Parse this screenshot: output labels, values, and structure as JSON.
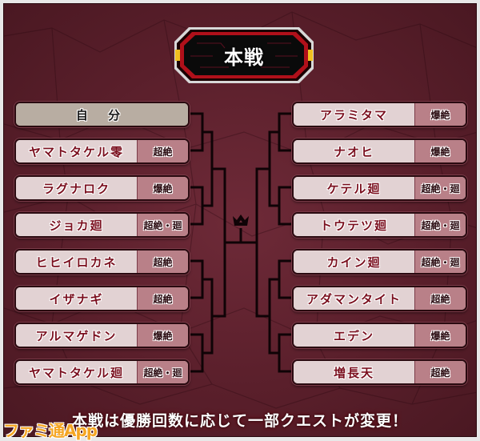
{
  "header": {
    "title": "本戦"
  },
  "left_bracket": [
    {
      "name": "自 分",
      "rank": null,
      "is_self": true
    },
    {
      "name": "ヤマトタケル零",
      "rank": "超絶"
    },
    {
      "name": "ラグナロク",
      "rank": "爆絶"
    },
    {
      "name": "ジョカ廻",
      "rank": "超絶・廻"
    },
    {
      "name": "ヒヒイロカネ",
      "rank": "超絶"
    },
    {
      "name": "イザナギ",
      "rank": "超絶"
    },
    {
      "name": "アルマゲドン",
      "rank": "爆絶"
    },
    {
      "name": "ヤマトタケル廻",
      "rank": "超絶・廻"
    }
  ],
  "right_bracket": [
    {
      "name": "アラミタマ",
      "rank": "爆絶"
    },
    {
      "name": "ナオヒ",
      "rank": "爆絶"
    },
    {
      "name": "ケテル廻",
      "rank": "超絶・廻"
    },
    {
      "name": "トウテツ廻",
      "rank": "超絶・廻"
    },
    {
      "name": "カイン廻",
      "rank": "超絶・廻"
    },
    {
      "name": "アダマンタイト",
      "rank": "超絶"
    },
    {
      "name": "エデン",
      "rank": "爆絶"
    },
    {
      "name": "増長天",
      "rank": "超絶"
    }
  ],
  "center": {
    "icon": "crown-icon"
  },
  "footer": {
    "note": "本戦は優勝回数に応じて一部クエストが変更！",
    "watermark": "ファミ通App"
  },
  "colors": {
    "background": "#5a1f2b",
    "name_text": "#7a0f1e",
    "rank_cell": "#b98088",
    "name_cell": "#e2d2d3",
    "self_cell": "#b8ada2",
    "banner_red": "#c0101c",
    "banner_gold": "#f0c020",
    "watermark": "#f5a623"
  }
}
